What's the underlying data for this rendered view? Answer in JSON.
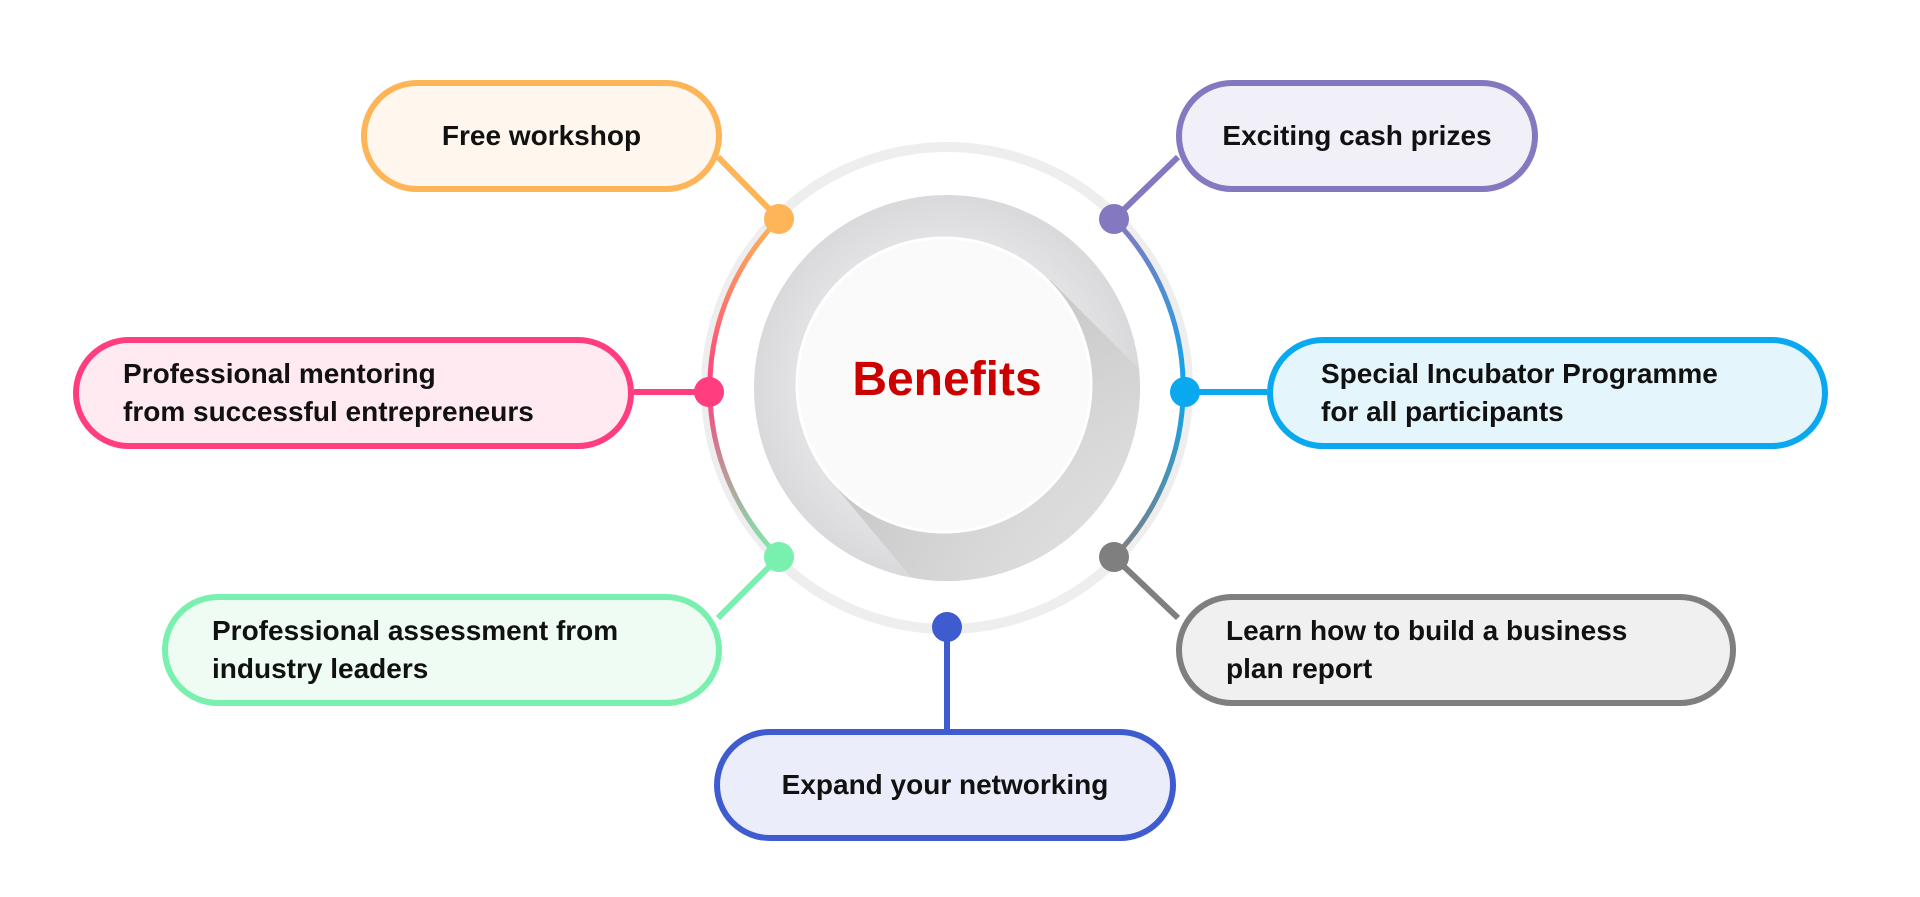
{
  "title": "Benefits",
  "benefits": [
    {
      "label": "Free workshop",
      "color": "#FDB557",
      "fill": "#FFF7EE"
    },
    {
      "label": "Exciting cash prizes",
      "color": "#8479C0",
      "fill": "#F1EFF7"
    },
    {
      "line1": "Professional mentoring",
      "line2": "from successful entrepreneurs",
      "color": "#FF3D7F",
      "fill": "#FFEAF1"
    },
    {
      "line1": "Special Incubator Programme",
      "line2": "for all participants",
      "color": "#0AA8EE",
      "fill": "#E5F5FC"
    },
    {
      "line1": "Professional assessment from",
      "line2": "industry leaders",
      "color": "#7AF0AE",
      "fill": "#EFFCF4"
    },
    {
      "line1": "Learn how to build a business",
      "line2": "plan report",
      "color": "#7F7F7F",
      "fill": "#F0F0F0"
    },
    {
      "label": "Expand your networking",
      "color": "#3F5BD0",
      "fill": "#EBEDFA"
    }
  ]
}
